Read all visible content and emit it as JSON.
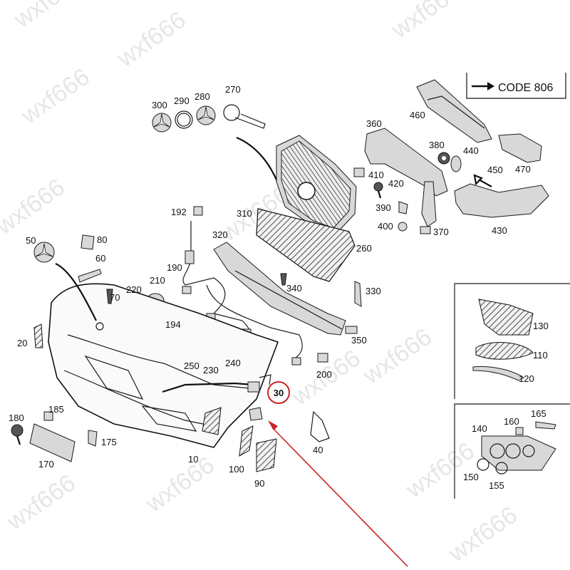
{
  "code_box": {
    "arrow": "➔",
    "text": "CODE 806"
  },
  "watermark": "wxf666",
  "highlight": {
    "label": "30",
    "color": "#cc2222"
  },
  "labels": {
    "l300": "300",
    "l290": "290",
    "l280": "280",
    "l270": "270",
    "l460": "460",
    "l360": "360",
    "l380": "380",
    "l440": "440",
    "l470": "470",
    "l450": "450",
    "l410": "410",
    "l420": "420",
    "l390": "390",
    "l400": "400",
    "l370": "370",
    "l430": "430",
    "l310": "310",
    "l260": "260",
    "l192": "192",
    "l320": "320",
    "l50": "50",
    "l80": "80",
    "l60": "60",
    "l190": "190",
    "l210": "210",
    "l220": "220",
    "l70": "70",
    "l340": "340",
    "l330": "330",
    "l20": "20",
    "l194": "194",
    "l350": "350",
    "l250": "250",
    "l230": "230",
    "l240": "240",
    "l200": "200",
    "l180": "180",
    "l185": "185",
    "l175": "175",
    "l170": "170",
    "l10": "10",
    "l100": "100",
    "l90": "90",
    "l40": "40",
    "l130": "130",
    "l110": "110",
    "l120": "120",
    "l165": "165",
    "l140": "140",
    "l160": "160",
    "l150": "150",
    "l155": "155"
  }
}
